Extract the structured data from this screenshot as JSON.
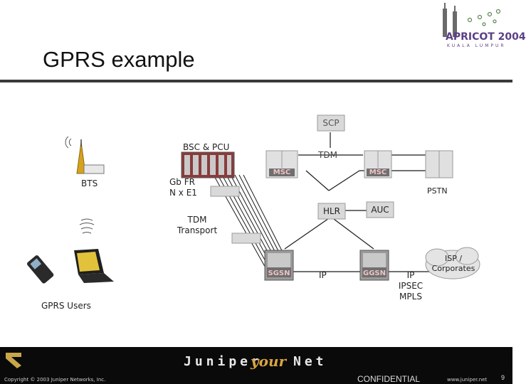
{
  "slide": {
    "title": "GPRS example",
    "logo": {
      "text": "APRICOT 2004",
      "sub": "KUALA LUMPUR"
    }
  },
  "diagram": {
    "nodes": {
      "scp": "SCP",
      "bsc_pcu": "BSC & PCU",
      "tdm_top": "TDM",
      "msc_1": "MSC",
      "msc_2": "MSC",
      "pstn": "PSTN",
      "bts": "BTS",
      "gb_fr_line1": "Gb FR",
      "gb_fr_line2": "N x E1",
      "tdm_transport_line1": "TDM",
      "tdm_transport_line2": "Transport",
      "hlr": "HLR",
      "auc": "AUC",
      "sgsn": "SGSN",
      "ggsn": "GGSN",
      "ip": "IP",
      "ip_ipsec_mpls": [
        "IP",
        "IPSEC",
        "MPLS"
      ],
      "isp_line1": "ISP /",
      "isp_line2": "Corporates",
      "gprs_users": "GPRS Users"
    }
  },
  "footer": {
    "copyright": "Copyright © 2003 Juniper Networks, Inc.",
    "brand_left": "Juniper",
    "brand_accent": "your",
    "brand_right": "Net",
    "confidential": "CONFIDENTIAL",
    "url": "www.juniper.net",
    "page_number": "9"
  },
  "colors": {
    "equipment": "#d9d9d9",
    "rack_label_bg": "#6f6f6f",
    "rack_label_text": "#f2c2c2",
    "link_line": "#1a1a1a",
    "footer_bg": "#0a0a0a",
    "logo_accent": "#5b3f86"
  }
}
